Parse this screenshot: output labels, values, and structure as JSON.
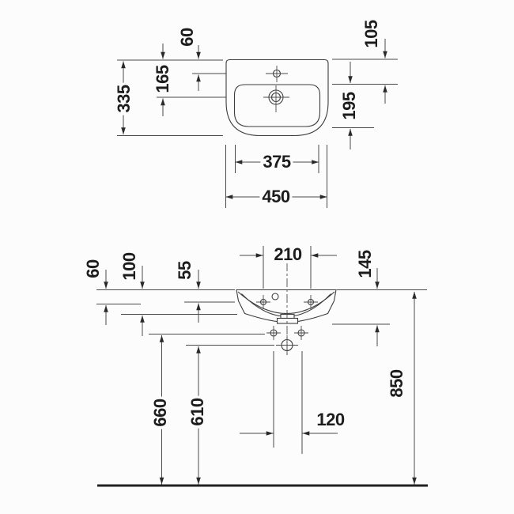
{
  "drawing": {
    "type": "washbasin-technical-dimension-drawing",
    "background_color": "#fcfcfc",
    "line_color": "#454545",
    "text_color": "#1c1c1c",
    "plan_view": {
      "overall_width": "450",
      "inner_bowl_width": "375",
      "overall_depth": "335",
      "drain_center_from_rear": "165",
      "tap_hole_from_rear": "60",
      "bowl_rim_from_rear": "105",
      "inner_bowl_depth": "195"
    },
    "front_view": {
      "fixing_hole_spacing": "210",
      "rim_to_bottom_edge": "145",
      "rim_to_fixing_holes": "60",
      "rim_offset_mid": "100",
      "rim_offset_small": "55",
      "supply_connection_height": "660",
      "drain_outlet_height": "610",
      "supply_spacing": "120",
      "rim_mounting_height": "850"
    }
  }
}
